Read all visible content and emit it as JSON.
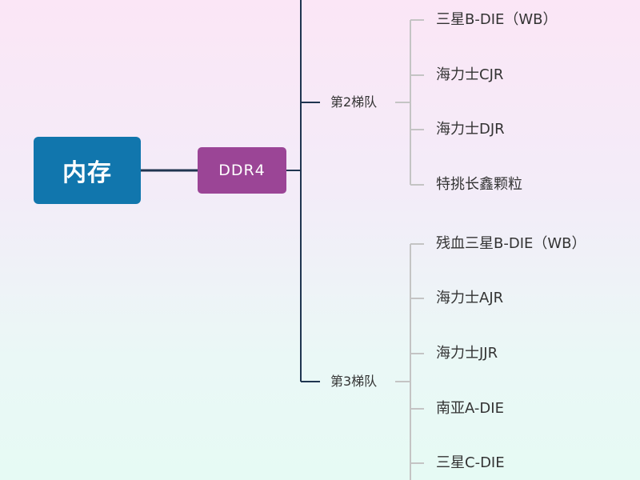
{
  "root": {
    "label": "内存"
  },
  "mid": {
    "label": "DDR4"
  },
  "tiers": [
    {
      "label": "第2梯队",
      "items": [
        "三星B-DIE（WB）",
        "海力士CJR",
        "海力士DJR",
        "特挑长鑫颗粒"
      ]
    },
    {
      "label": "第3梯队",
      "items": [
        "残血三星B-DIE（WB）",
        "海力士AJR",
        "海力士JJR",
        "南亚A-DIE",
        "三星C-DIE"
      ]
    }
  ],
  "colors": {
    "root_fill": "#1176ad",
    "mid_fill": "#9b4596",
    "main_line": "#1f3550",
    "leaf_line": "#c4c4c4"
  }
}
